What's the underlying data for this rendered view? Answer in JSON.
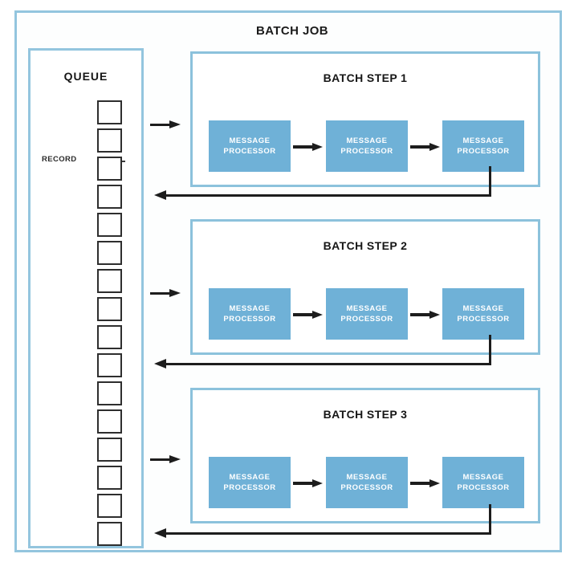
{
  "diagram": {
    "title": "BATCH JOB",
    "queue": {
      "title": "QUEUE",
      "record_label": "RECORD",
      "record_count": 16
    },
    "steps": [
      {
        "title": "BATCH STEP 1",
        "processors": [
          {
            "line1": "MESSAGE",
            "line2": "PROCESSOR"
          },
          {
            "line1": "MESSAGE",
            "line2": "PROCESSOR"
          },
          {
            "line1": "MESSAGE",
            "line2": "PROCESSOR"
          }
        ]
      },
      {
        "title": "BATCH STEP 2",
        "processors": [
          {
            "line1": "MESSAGE",
            "line2": "PROCESSOR"
          },
          {
            "line1": "MESSAGE",
            "line2": "PROCESSOR"
          },
          {
            "line1": "MESSAGE",
            "line2": "PROCESSOR"
          }
        ]
      },
      {
        "title": "BATCH STEP 3",
        "processors": [
          {
            "line1": "MESSAGE",
            "line2": "PROCESSOR"
          },
          {
            "line1": "MESSAGE",
            "line2": "PROCESSOR"
          },
          {
            "line1": "MESSAGE",
            "line2": "PROCESSOR"
          }
        ]
      }
    ],
    "colors": {
      "frame_border": "#93c5de",
      "step_border": "#8cc2dc",
      "processor_fill": "#6fb1d7",
      "processor_text": "#ffffff",
      "arrow": "#1d1d1d",
      "record_border": "#2e2e2e",
      "background": "#ffffff"
    }
  }
}
